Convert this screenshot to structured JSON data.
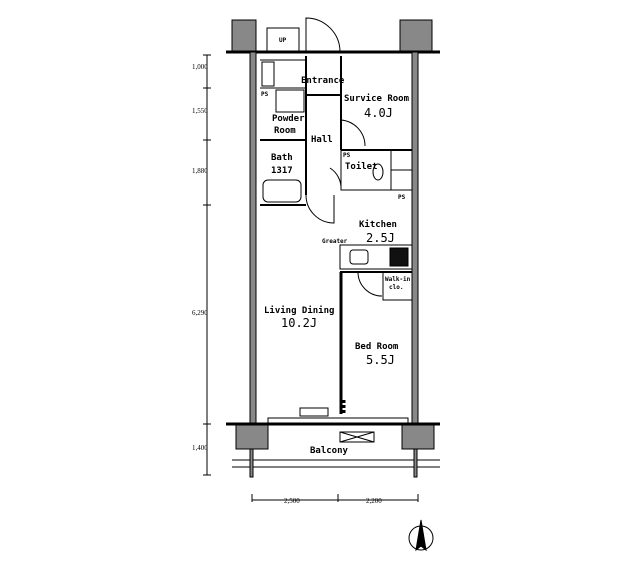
{
  "rooms": {
    "entrance": "Entrance",
    "service_room": {
      "name": "Survice Room",
      "size": "4.0J"
    },
    "hall": "Hall",
    "powder_room": {
      "line1": "Powder",
      "line2": "Room"
    },
    "bath": {
      "name": "Bath",
      "size": "1317"
    },
    "toilet": "Toilet",
    "kitchen": {
      "name": "Kitchen",
      "size": "2.5J"
    },
    "heater": "Greater",
    "living_dining": {
      "name": "Living Dining",
      "size": "10.2J"
    },
    "bed_room": {
      "name": "Bed Room",
      "size": "5.5J"
    },
    "balcony": "Balcony"
  },
  "small_labels": {
    "up": "UP",
    "ps": "PS",
    "walk_in_closet": {
      "line1": "Walk-in",
      "line2": "clo."
    }
  },
  "dimensions": {
    "left": [
      "1,000",
      "1,550",
      "1,880",
      "6,290",
      "1,400"
    ],
    "bottom": [
      "2,500",
      "2,200"
    ]
  }
}
